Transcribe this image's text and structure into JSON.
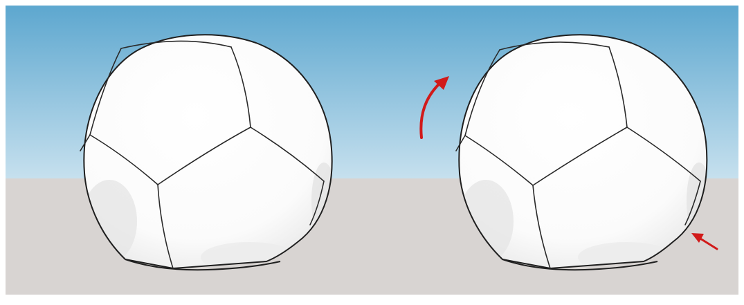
{
  "colors": {
    "sky_top": "#5da7cf",
    "sky_bottom": "#c6e0ee",
    "ground": "#d8d4d2",
    "ball_face": "#ffffff",
    "ball_shadow": "#e3e3e3",
    "seam": "#2a2a2a",
    "arrow": "#d11a1a",
    "frame": "#ffffff"
  },
  "scene": {
    "background": "sky-over-ground",
    "objects": [
      {
        "name": "ball-left",
        "shape": "truncated-sphere-with-pentagon-panels",
        "state": "original"
      },
      {
        "name": "ball-right",
        "shape": "truncated-sphere-with-pentagon-panels",
        "state": "rotated"
      }
    ],
    "annotations": [
      {
        "name": "rotation-arrow-icon",
        "kind": "curved-arrow",
        "direction": "up"
      },
      {
        "name": "pointer-arrow-icon",
        "kind": "straight-arrow",
        "direction": "up-left"
      }
    ]
  }
}
